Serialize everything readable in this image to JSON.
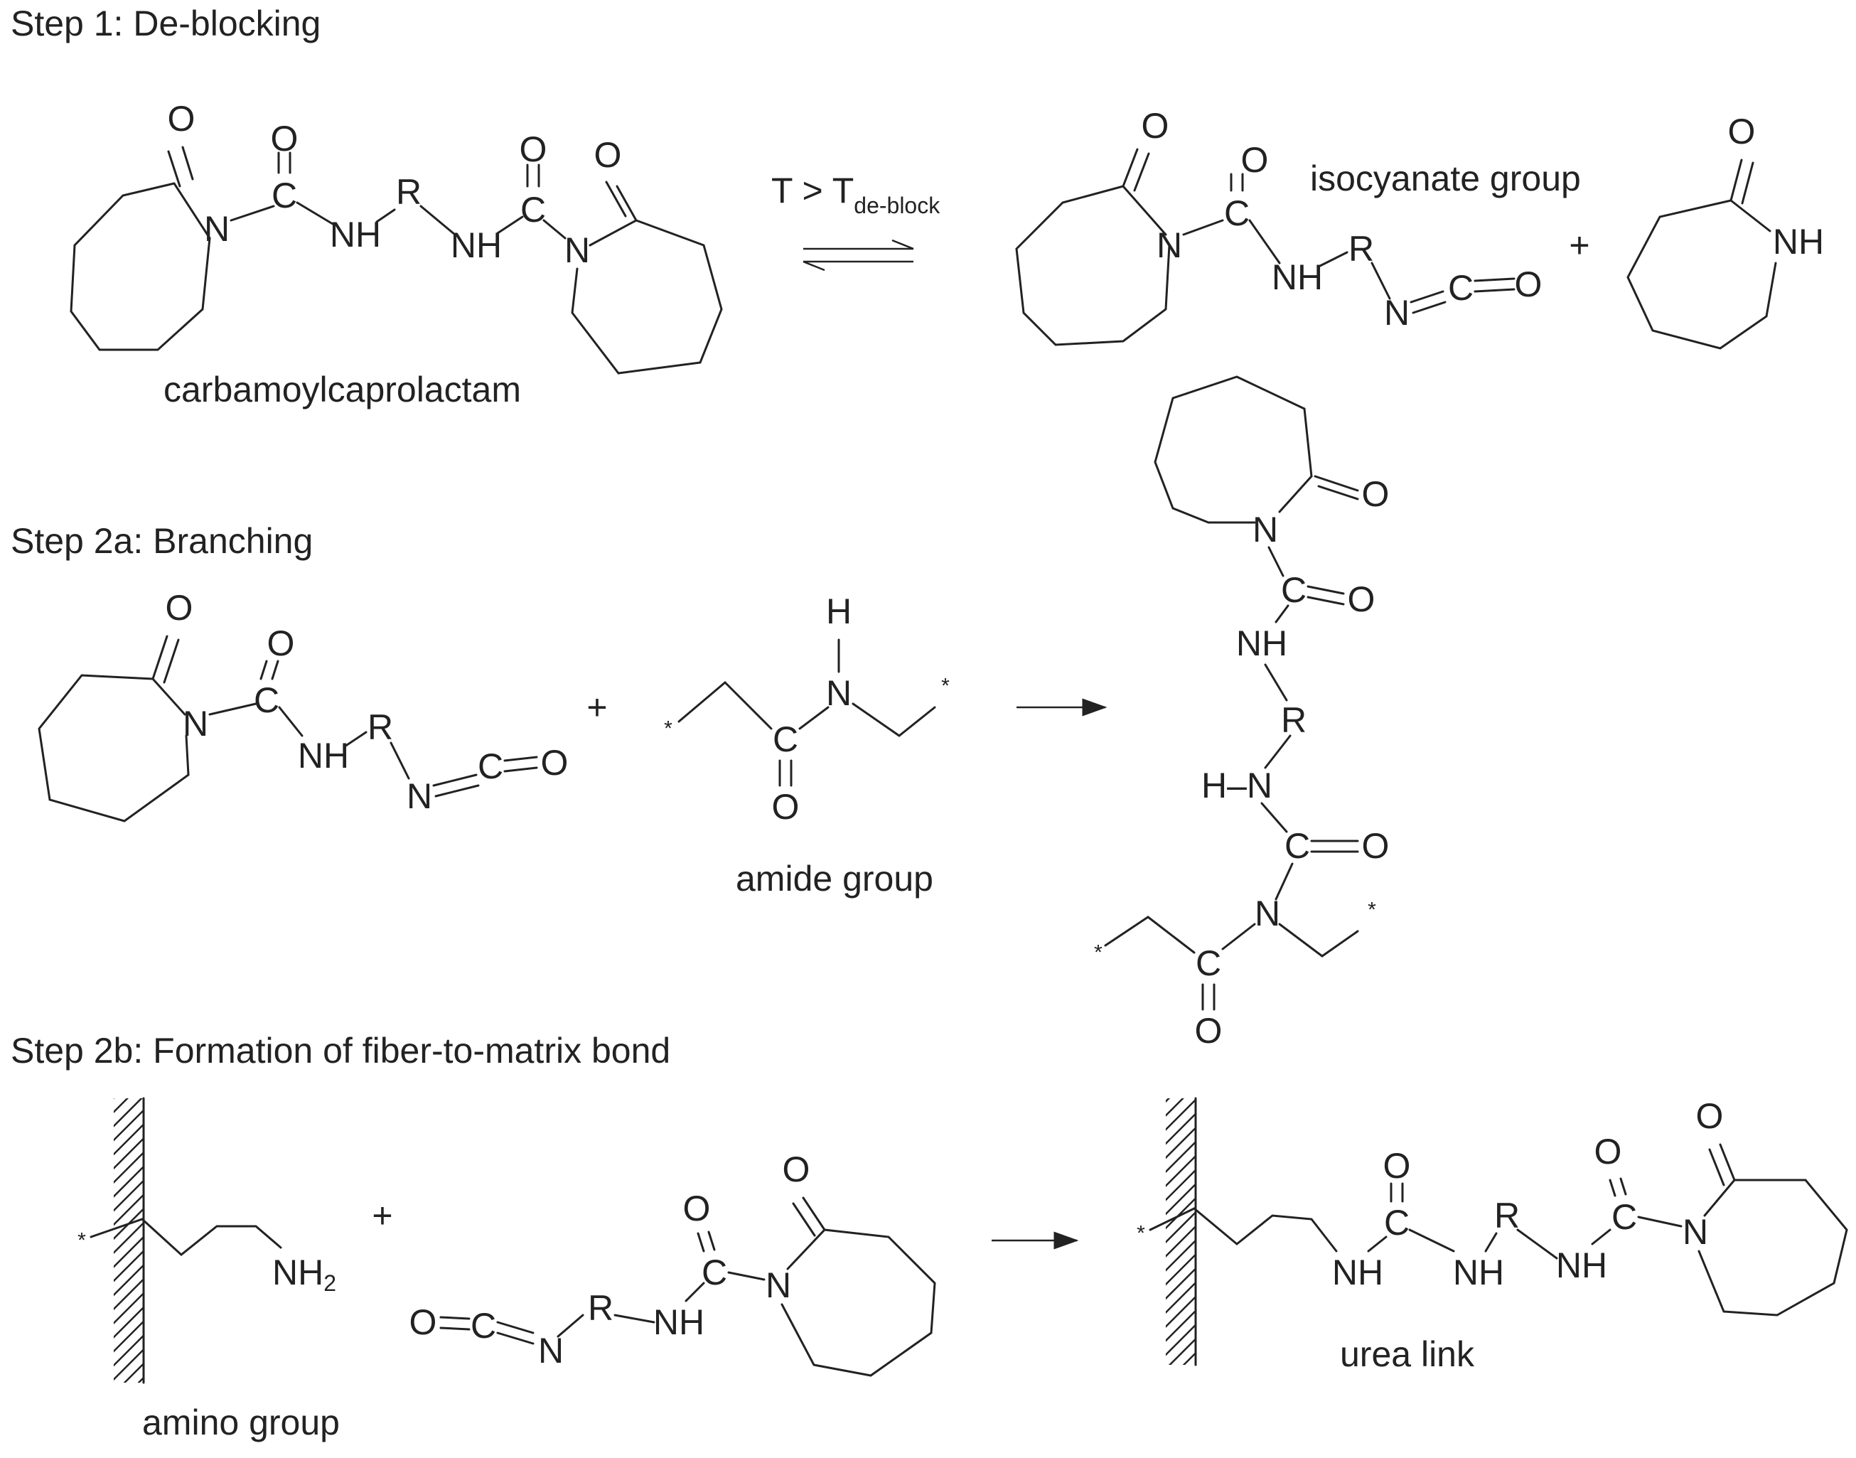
{
  "steps": {
    "step1": "Step 1: De-blocking",
    "step2a": "Step 2a: Branching",
    "step2b": "Step 2b: Formation of fiber-to-matrix bond"
  },
  "labels": {
    "carbamoylcaprolactam": "carbamoylcaprolactam",
    "isocyanate_group": "isocyanate group",
    "amide_group": "amide group",
    "amino_group": "amino group",
    "urea_link": "urea link"
  },
  "condition": {
    "text": "T > T",
    "subscript": "de-block"
  },
  "symbols": {
    "O": "O",
    "N": "N",
    "C": "C",
    "R": "R",
    "H": "H",
    "NH": "NH",
    "NH2_main": "NH",
    "NH2_sub": "2",
    "HN": "H–N",
    "star": "*",
    "plus": "+"
  }
}
